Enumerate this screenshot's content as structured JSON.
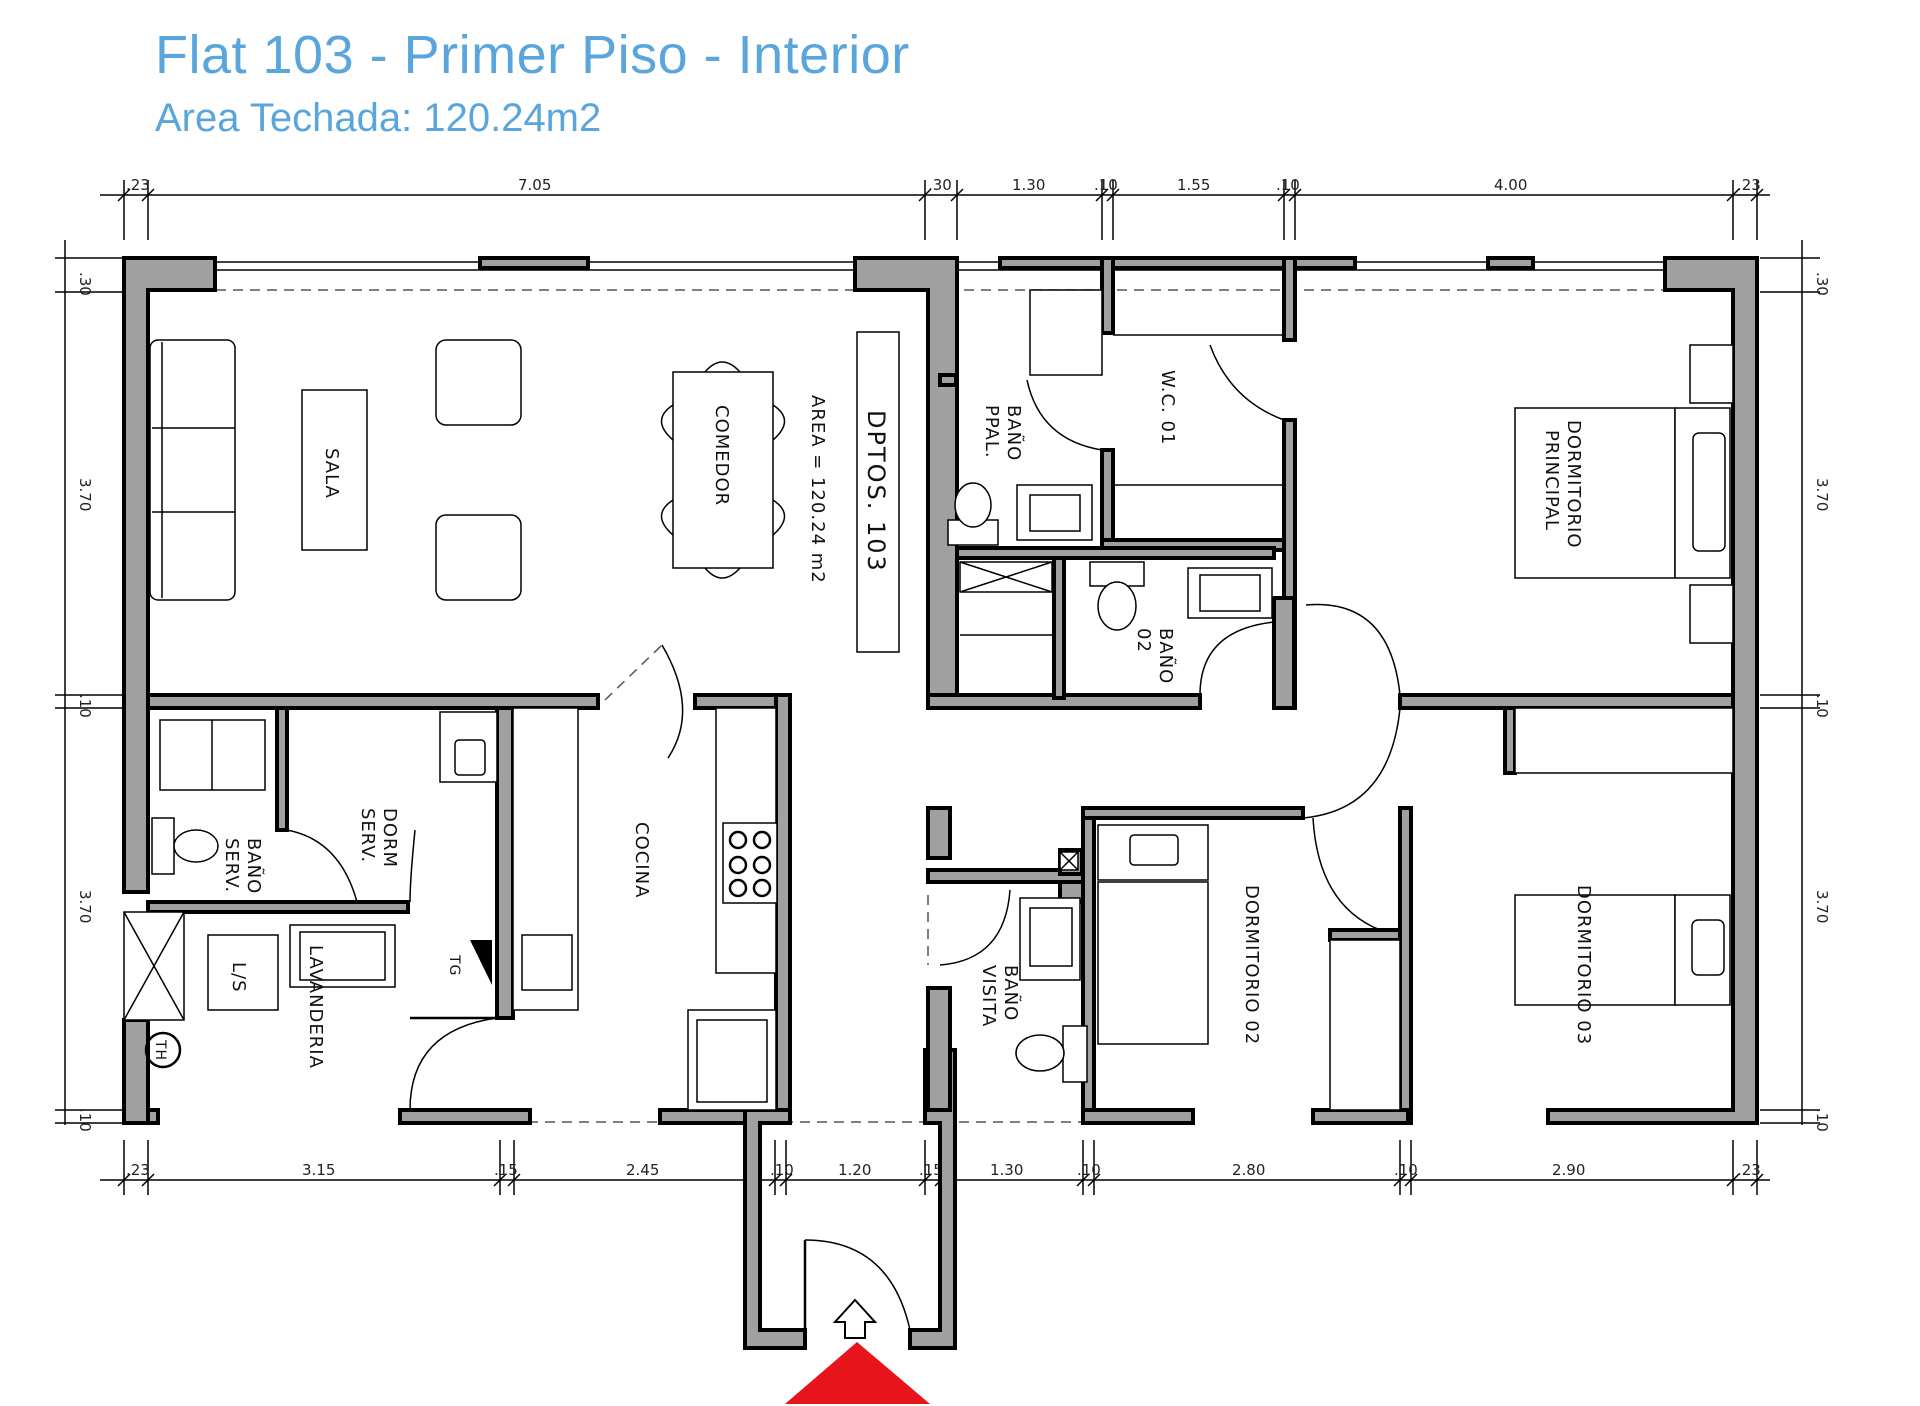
{
  "header": {
    "title": "Flat 103 - Primer Piso - Interior",
    "subtitle": "Area Techada:  120.24m2"
  },
  "dimensions": {
    "top": [
      ".23",
      "7.05",
      ".30",
      "1.30",
      ".10",
      "1.55",
      ".10",
      "4.00",
      ".23"
    ],
    "bottom": [
      ".23",
      "3.15",
      ".15",
      "2.45",
      ".10",
      "1.20",
      ".15",
      "1.30",
      ".10",
      "2.80",
      ".10",
      "2.90",
      ".23"
    ],
    "left": [
      ".30",
      "3.70",
      ".10",
      "3.70",
      ".10"
    ],
    "right": [
      ".30",
      "3.70",
      ".10",
      "3.70",
      ".10"
    ]
  },
  "rooms": {
    "sala": "SALA",
    "comedor": "COMEDOR",
    "dptos": "DPTOS. 103",
    "area": "AREA = 120.24 m2",
    "bano_ppal_1": "BAÑO",
    "bano_ppal_2": "PPAL.",
    "wc": "W.C. 01",
    "dorm_principal_1": "DORMITORIO",
    "dorm_principal_2": "PRINCIPAL",
    "bano02_1": "BAÑO",
    "bano02_2": "02",
    "dorm_serv_1": "DORM",
    "dorm_serv_2": "SERV.",
    "bano_serv_1": "BAÑO",
    "bano_serv_2": "SERV.",
    "cocina": "COCINA",
    "ls": "L/S",
    "lavanderia": "LAVANDERIA",
    "tg": "TG",
    "th": "TH",
    "bano_visita_1": "BAÑO",
    "bano_visita_2": "VISITA",
    "dorm02": "DORMITORIO 02",
    "dorm03": "DORMITORIO 03"
  },
  "colors": {
    "title": "#5aa6dc",
    "wall": "#a0a0a0",
    "entrance_arrow": "#e8141c"
  }
}
